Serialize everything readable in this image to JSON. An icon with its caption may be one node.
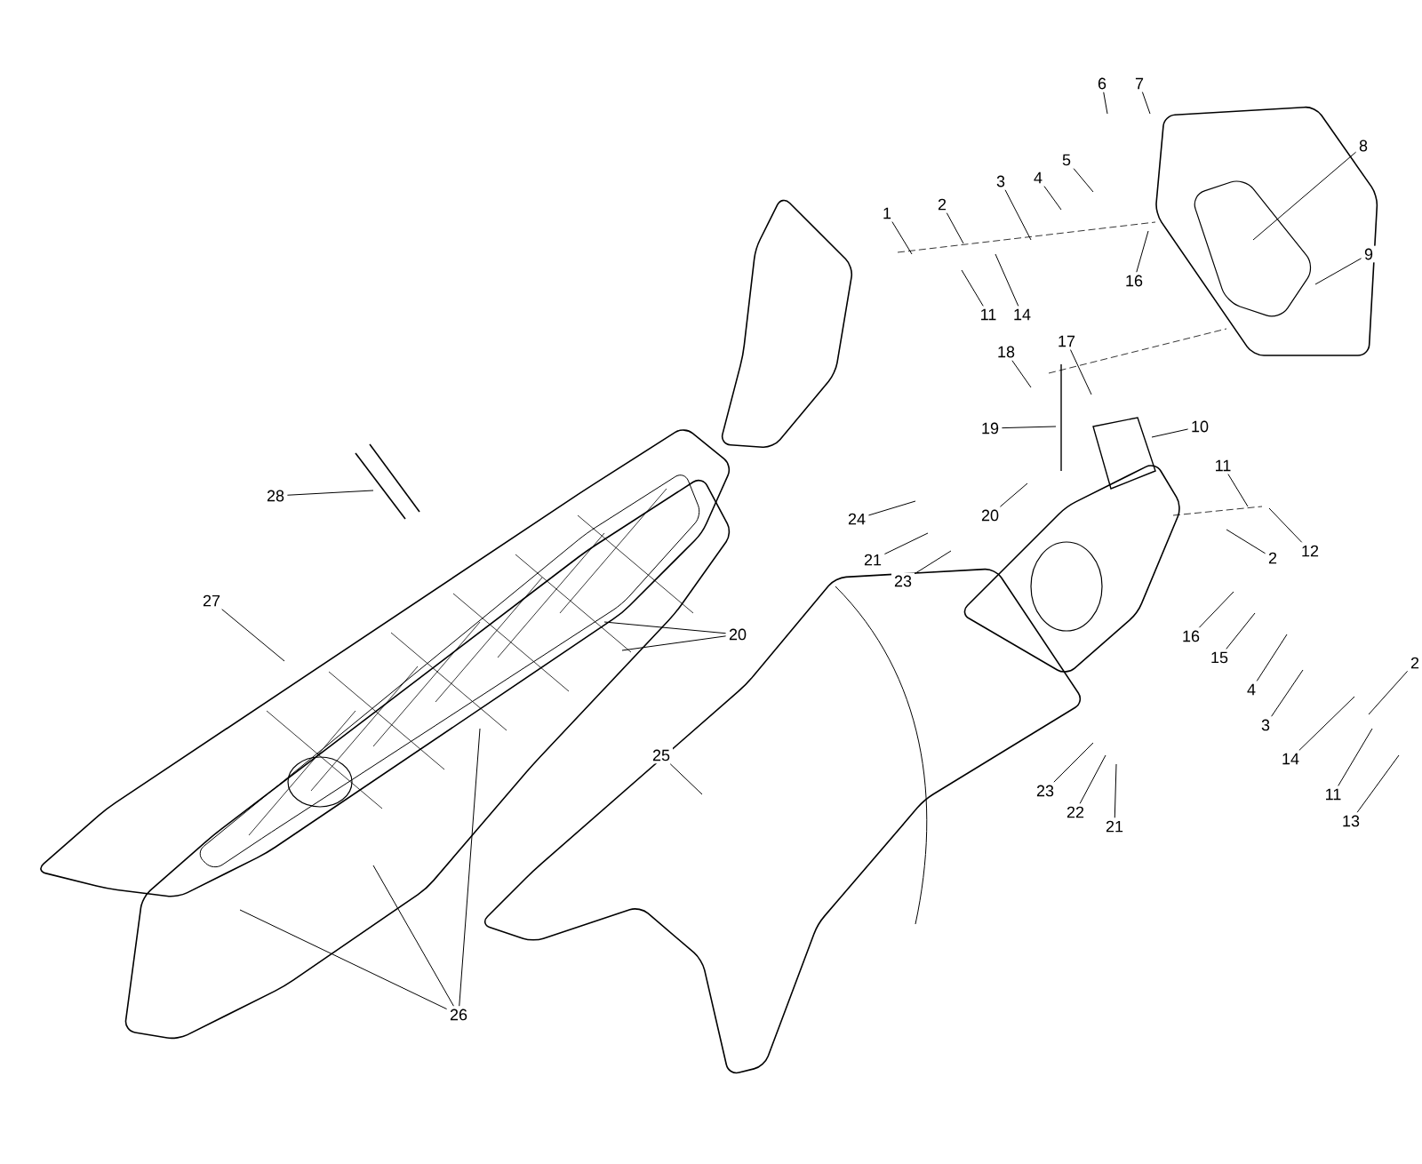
{
  "diagram": {
    "nodes": [
      {
        "text": [
          "1"
        ]
      },
      {
        "text": [
          "2"
        ]
      },
      {
        "text": [
          "3"
        ]
      },
      {
        "text": [
          "4"
        ]
      },
      {
        "text": [
          "5"
        ]
      },
      {
        "text": [
          "6"
        ]
      },
      {
        "text": [
          "7"
        ]
      },
      {
        "text": [
          "8"
        ]
      },
      {
        "text": [
          "16"
        ]
      },
      {
        "text": [
          "11"
        ]
      },
      {
        "text": [
          "14"
        ]
      },
      {
        "text": [
          "9"
        ]
      },
      {
        "text": [
          "17"
        ]
      },
      {
        "text": [
          "18"
        ]
      },
      {
        "text": [
          "19"
        ]
      },
      {
        "text": [
          "10"
        ]
      },
      {
        "text": [
          "11"
        ]
      },
      {
        "text": [
          "20"
        ]
      },
      {
        "text": [
          "24"
        ]
      },
      {
        "text": [
          "21"
        ]
      },
      {
        "text": [
          "12"
        ]
      },
      {
        "text": [
          "2"
        ]
      },
      {
        "text": [
          "23"
        ]
      },
      {
        "text": [
          "28"
        ]
      },
      {
        "text": [
          "27"
        ]
      },
      {
        "text": [
          "20"
        ]
      },
      {
        "text": [
          "16"
        ]
      },
      {
        "text": [
          "15"
        ]
      },
      {
        "text": [
          "2"
        ]
      },
      {
        "text": [
          "4"
        ]
      },
      {
        "text": [
          "25"
        ]
      },
      {
        "text": [
          "3"
        ]
      },
      {
        "text": [
          "14"
        ]
      },
      {
        "text": [
          "23"
        ]
      },
      {
        "text": [
          "11"
        ]
      },
      {
        "text": [
          "22"
        ]
      },
      {
        "text": [
          "21"
        ]
      },
      {
        "text": [
          "13"
        ]
      },
      {
        "text": [
          "26"
        ]
      }
    ],
    "edges": [
      {
        "from": 0,
        "to": null,
        "arrow": "none"
      },
      {
        "from": 1,
        "to": null,
        "arrow": "none"
      },
      {
        "from": 2,
        "to": null,
        "arrow": "none"
      },
      {
        "from": 3,
        "to": null,
        "arrow": "none"
      },
      {
        "from": 4,
        "to": null,
        "arrow": "none"
      },
      {
        "from": 5,
        "to": null,
        "arrow": "none"
      },
      {
        "from": 6,
        "to": null,
        "arrow": "none"
      },
      {
        "from": 7,
        "to": null,
        "arrow": "none"
      },
      {
        "from": 8,
        "to": null,
        "arrow": "none"
      },
      {
        "from": 9,
        "to": null,
        "arrow": "none"
      },
      {
        "from": 10,
        "to": null,
        "arrow": "none"
      },
      {
        "from": 11,
        "to": null,
        "arrow": "none"
      },
      {
        "from": 12,
        "to": null,
        "arrow": "none"
      },
      {
        "from": 13,
        "to": null,
        "arrow": "none"
      },
      {
        "from": 14,
        "to": null,
        "arrow": "none"
      },
      {
        "from": 15,
        "to": null,
        "arrow": "none"
      },
      {
        "from": 16,
        "to": null,
        "arrow": "none"
      },
      {
        "from": 17,
        "to": null,
        "arrow": "none"
      },
      {
        "from": 18,
        "to": null,
        "arrow": "none"
      },
      {
        "from": 19,
        "to": null,
        "arrow": "none"
      },
      {
        "from": 20,
        "to": null,
        "arrow": "none"
      },
      {
        "from": 21,
        "to": null,
        "arrow": "none"
      },
      {
        "from": 22,
        "to": null,
        "arrow": "none"
      },
      {
        "from": 23,
        "to": null,
        "arrow": "none"
      },
      {
        "from": 24,
        "to": null,
        "arrow": "none"
      },
      {
        "from": 25,
        "to": null,
        "arrow": "none"
      },
      {
        "from": 25,
        "to": null,
        "arrow": "none"
      },
      {
        "from": 26,
        "to": null,
        "arrow": "none"
      },
      {
        "from": 27,
        "to": null,
        "arrow": "none"
      },
      {
        "from": 28,
        "to": null,
        "arrow": "none"
      },
      {
        "from": 29,
        "to": null,
        "arrow": "none"
      },
      {
        "from": 30,
        "to": null,
        "arrow": "none"
      },
      {
        "from": 31,
        "to": null,
        "arrow": "none"
      },
      {
        "from": 32,
        "to": null,
        "arrow": "none"
      },
      {
        "from": 33,
        "to": null,
        "arrow": "none"
      },
      {
        "from": 34,
        "to": null,
        "arrow": "none"
      },
      {
        "from": 35,
        "to": null,
        "arrow": "none"
      },
      {
        "from": 36,
        "to": null,
        "arrow": "none"
      },
      {
        "from": 37,
        "to": null,
        "arrow": "none"
      },
      {
        "from": 38,
        "to": null,
        "arrow": "none"
      },
      {
        "from": 38,
        "to": null,
        "arrow": "none"
      },
      {
        "from": 38,
        "to": null,
        "arrow": "none"
      }
    ]
  }
}
